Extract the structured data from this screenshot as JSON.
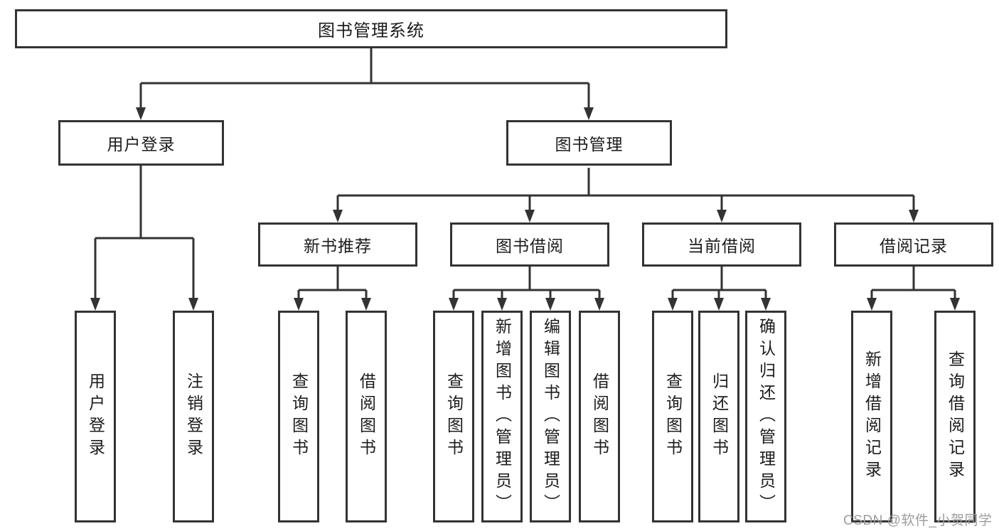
{
  "diagram": {
    "root": {
      "label": "图书管理系统"
    },
    "level1": [
      {
        "label": "用户登录"
      },
      {
        "label": "图书管理"
      }
    ],
    "level2": [
      {
        "label": "新书推荐"
      },
      {
        "label": "图书借阅"
      },
      {
        "label": "当前借阅"
      },
      {
        "label": "借阅记录"
      }
    ],
    "leaves": {
      "login": [
        {
          "label": "用户登录"
        },
        {
          "label": "注销登录"
        }
      ],
      "newbook": [
        {
          "label": "查询图书"
        },
        {
          "label": "借阅图书"
        }
      ],
      "borrow": [
        {
          "label": "查询图书"
        },
        {
          "label": "新增图书（管理员）"
        },
        {
          "label": "编辑图书（管理员）"
        },
        {
          "label": "借阅图书"
        }
      ],
      "current": [
        {
          "label": "查询图书"
        },
        {
          "label": "归还图书"
        },
        {
          "label": "确认归还（管理员）"
        }
      ],
      "records": [
        {
          "label": "新增借阅记录"
        },
        {
          "label": "查询借阅记录"
        }
      ]
    },
    "watermark": "CSDN @软件_小贺同学",
    "colors": {
      "line": "#333333",
      "text": "#1c1c1c",
      "watermark": "#9c9c9c",
      "background": "#ffffff"
    }
  }
}
